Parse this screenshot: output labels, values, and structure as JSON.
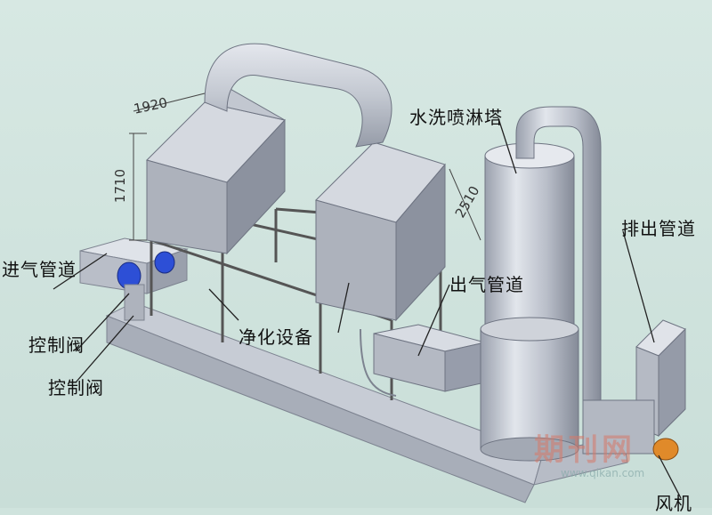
{
  "labels": {
    "tower": "水洗喷淋塔",
    "exhaust": "排出管道",
    "inlet": "进气管道",
    "valve1": "控制阀",
    "valve2": "控制阀",
    "outlet": "出气管道",
    "purifier": "净化设备",
    "fan": "风机"
  },
  "dimensions": {
    "width": "1920",
    "height": "1710",
    "diag": "2510"
  },
  "watermark": {
    "mark": "期刊网",
    "url": "www.qikan.com"
  },
  "colors": {
    "metal": "#b9bec9",
    "metal_dark": "#8e94a2",
    "metal_light": "#dde1e8",
    "valve": "#2d4fd6",
    "fan": "#e08a2a"
  }
}
